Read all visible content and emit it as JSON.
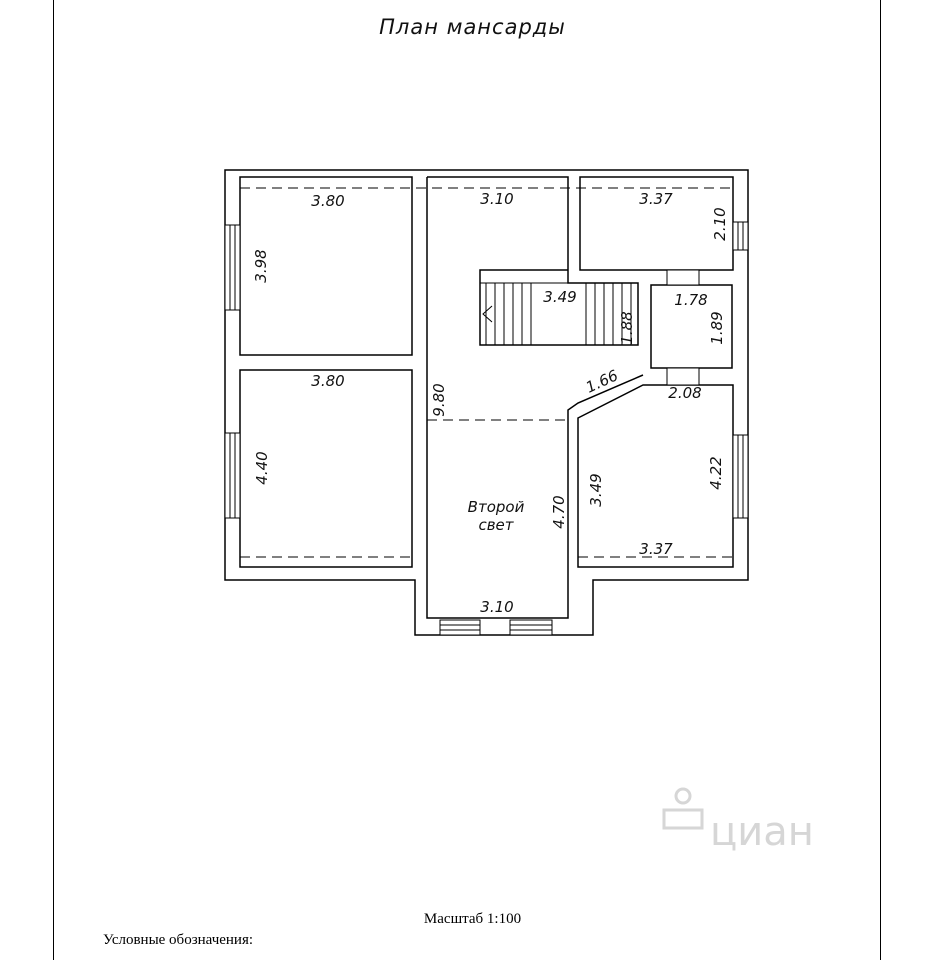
{
  "title": "План мансарды",
  "scale": "Масштаб 1:100",
  "legend": "Условные обозначения:",
  "watermark": "циан",
  "rooms": {
    "room1": {
      "width": "3.80",
      "height": "3.98"
    },
    "room2": {
      "width": "3.80",
      "height": "4.40"
    },
    "hall_top": {
      "width": "3.10"
    },
    "room3": {
      "width": "3.37",
      "height": "2.10"
    },
    "stairs": {
      "length": "3.49",
      "width": "1.88"
    },
    "bath": {
      "width": "1.78",
      "height": "1.89"
    },
    "corridor": {
      "length": "9.80"
    },
    "second_light": {
      "label_line1": "Второй",
      "label_line2": "свет",
      "height": "4.70",
      "bottom_width": "3.10"
    },
    "room4": {
      "diag": "1.66",
      "top_width": "2.08",
      "left_height": "3.49",
      "right_height": "4.22",
      "bottom_width": "3.37"
    }
  }
}
